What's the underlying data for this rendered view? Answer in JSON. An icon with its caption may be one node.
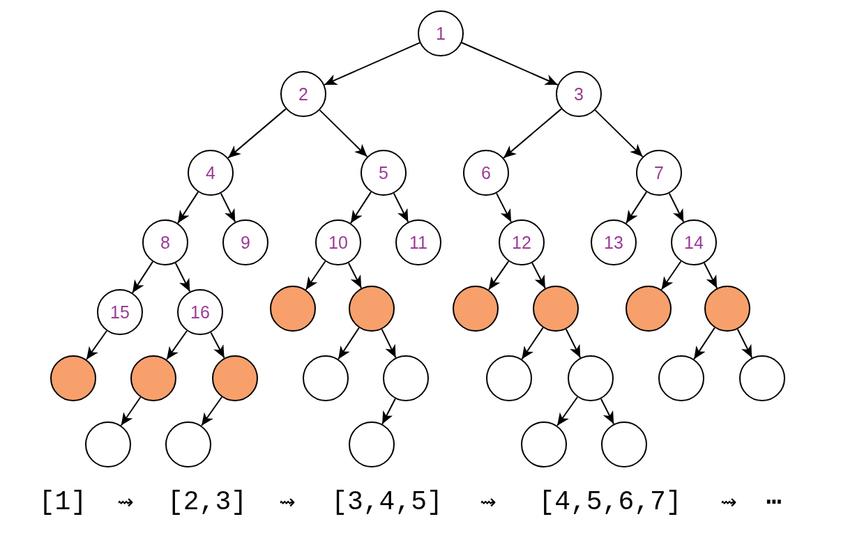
{
  "diagram": {
    "nodes": [
      {
        "text": [
          "1"
        ]
      },
      {
        "text": [
          "2"
        ]
      },
      {
        "text": [
          "3"
        ]
      },
      {
        "text": [
          "4"
        ]
      },
      {
        "text": [
          "5"
        ]
      },
      {
        "text": [
          "6"
        ]
      },
      {
        "text": [
          "7"
        ]
      },
      {
        "text": [
          "8"
        ]
      },
      {
        "text": [
          "9"
        ]
      },
      {
        "text": [
          "10"
        ]
      },
      {
        "text": [
          "11"
        ]
      },
      {
        "text": [
          "12"
        ]
      },
      {
        "text": [
          "13"
        ]
      },
      {
        "text": [
          "14"
        ]
      },
      {
        "text": [
          "15"
        ]
      },
      {
        "text": [
          "16"
        ]
      },
      {
        "text": [],
        "shape": "circle"
      },
      {
        "text": [],
        "shape": "circle"
      },
      {
        "text": [],
        "shape": "circle"
      },
      {
        "text": [],
        "shape": "circle"
      },
      {
        "text": [],
        "shape": "circle"
      },
      {
        "text": [],
        "shape": "circle"
      },
      {
        "text": [],
        "shape": "circle"
      },
      {
        "text": [],
        "shape": "circle"
      },
      {
        "text": [],
        "shape": "circle"
      },
      {
        "text": [],
        "shape": "circle"
      },
      {
        "text": [],
        "shape": "circle"
      },
      {
        "text": [],
        "shape": "circle"
      },
      {
        "text": [],
        "shape": "circle"
      },
      {
        "text": [],
        "shape": "circle"
      },
      {
        "text": [],
        "shape": "circle"
      },
      {
        "text": [],
        "shape": "circle"
      },
      {
        "text": [],
        "shape": "circle"
      },
      {
        "text": [],
        "shape": "circle"
      },
      {
        "text": [],
        "shape": "circle"
      },
      {
        "text": [],
        "shape": "circle"
      }
    ],
    "edges": [
      {
        "from": 0,
        "to": 1,
        "arrow": "to"
      },
      {
        "from": 0,
        "to": 2,
        "arrow": "to"
      },
      {
        "from": 1,
        "to": 3,
        "arrow": "to"
      },
      {
        "from": 1,
        "to": 4,
        "arrow": "to"
      },
      {
        "from": 2,
        "to": 5,
        "arrow": "to"
      },
      {
        "from": 2,
        "to": 6,
        "arrow": "to"
      },
      {
        "from": 3,
        "to": 7,
        "arrow": "to"
      },
      {
        "from": 3,
        "to": 8,
        "arrow": "to"
      },
      {
        "from": 4,
        "to": 9,
        "arrow": "to"
      },
      {
        "from": 4,
        "to": 10,
        "arrow": "to"
      },
      {
        "from": 5,
        "to": 11,
        "arrow": "to"
      },
      {
        "from": 6,
        "to": 12,
        "arrow": "to"
      },
      {
        "from": 6,
        "to": 13,
        "arrow": "to"
      },
      {
        "from": 7,
        "to": 14,
        "arrow": "to"
      },
      {
        "from": 7,
        "to": 15,
        "arrow": "to"
      },
      {
        "from": 9,
        "to": 16,
        "arrow": "to"
      },
      {
        "from": 9,
        "to": 17,
        "arrow": "to"
      },
      {
        "from": 11,
        "to": 18,
        "arrow": "to"
      },
      {
        "from": 11,
        "to": 19,
        "arrow": "to"
      },
      {
        "from": 13,
        "to": 20,
        "arrow": "to"
      },
      {
        "from": 13,
        "to": 21,
        "arrow": "to"
      },
      {
        "from": 14,
        "to": 22,
        "arrow": "to"
      },
      {
        "from": 15,
        "to": 23,
        "arrow": "to"
      },
      {
        "from": 15,
        "to": 24,
        "arrow": "to"
      },
      {
        "from": 17,
        "to": 25,
        "arrow": "to"
      },
      {
        "from": 17,
        "to": 26,
        "arrow": "to"
      },
      {
        "from": 19,
        "to": 27,
        "arrow": "to"
      },
      {
        "from": 19,
        "to": 28,
        "arrow": "to"
      },
      {
        "from": 21,
        "to": 29,
        "arrow": "to"
      },
      {
        "from": 21,
        "to": 30,
        "arrow": "to"
      },
      {
        "from": 23,
        "to": 31,
        "arrow": "to"
      },
      {
        "from": 24,
        "to": 32,
        "arrow": "to"
      },
      {
        "from": 26,
        "to": 33,
        "arrow": "to"
      },
      {
        "from": 28,
        "to": 34,
        "arrow": "to"
      },
      {
        "from": 28,
        "to": 35,
        "arrow": "to"
      }
    ],
    "labels": [
      "[1]",
      "⇝",
      "[2,3]",
      "⇝",
      "[3,4,5]",
      "⇝",
      "[4,5,6,7]",
      "⇝",
      "⋯"
    ]
  }
}
